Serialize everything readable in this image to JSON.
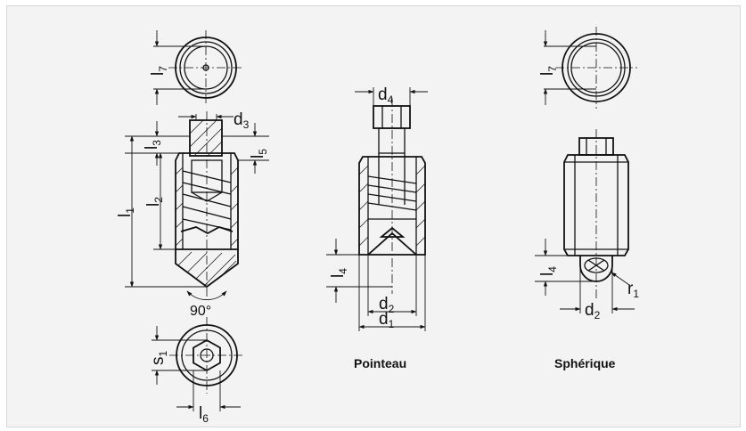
{
  "labels": {
    "l7_left": {
      "main": "l",
      "sub": "7"
    },
    "d3": {
      "main": "d",
      "sub": "3"
    },
    "l3": {
      "main": "l",
      "sub": "3"
    },
    "l5": {
      "main": "l",
      "sub": "5"
    },
    "l1": {
      "main": "l",
      "sub": "1"
    },
    "l2": {
      "main": "l",
      "sub": "2"
    },
    "angle": "90°",
    "s1": {
      "main": "s",
      "sub": "1"
    },
    "l6": {
      "main": "l",
      "sub": "6"
    },
    "d4": {
      "main": "d",
      "sub": "4"
    },
    "l4_mid": {
      "main": "l",
      "sub": "4"
    },
    "d2_mid": {
      "main": "d",
      "sub": "2"
    },
    "d1": {
      "main": "d",
      "sub": "1"
    },
    "l7_right": {
      "main": "l",
      "sub": "7"
    },
    "l4_right": {
      "main": "l",
      "sub": "4"
    },
    "d2_right": {
      "main": "d",
      "sub": "2"
    },
    "r1": {
      "main": "r",
      "sub": "1"
    }
  },
  "captions": {
    "pointeau": "Pointeau",
    "spherique": "Sphérique"
  },
  "colors": {
    "background": "#f3f3f3",
    "line": "#111111"
  }
}
